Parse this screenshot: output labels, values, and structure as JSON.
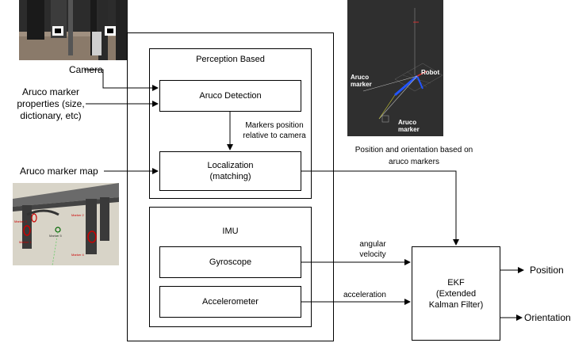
{
  "inputs": {
    "camera": "Camera",
    "aruco_props": [
      "Aruco marker",
      "properties (size,",
      "dictionary, etc)"
    ],
    "marker_map": "Aruco marker map"
  },
  "perception": {
    "title": "Perception Based",
    "detection": "Aruco Detection",
    "edge_label": [
      "Markers position",
      "relative to camera"
    ],
    "localization": [
      "Localization",
      "(matching)"
    ]
  },
  "imu": {
    "title": "IMU",
    "gyroscope": "Gyroscope",
    "accelerometer": "Accelerometer"
  },
  "edges": {
    "pose_label": [
      "Position and orientation based on",
      "aruco markers"
    ],
    "angular": [
      "angular",
      "velocity"
    ],
    "accel": "acceleration"
  },
  "ekf": {
    "lines": [
      "EKF",
      "(Extended",
      "Kalman Filter)"
    ]
  },
  "outputs": {
    "position": "Position",
    "orientation": "Orientation"
  },
  "viz": {
    "robot_label": "Robot",
    "marker_left": [
      "Aruco",
      "marker"
    ],
    "marker_bottom": [
      "Aruco",
      "marker"
    ]
  },
  "map_image": {
    "labels": [
      "Marker 3",
      "Marker 2",
      "Marker 1",
      "Marker 4",
      "Marker 5"
    ]
  }
}
